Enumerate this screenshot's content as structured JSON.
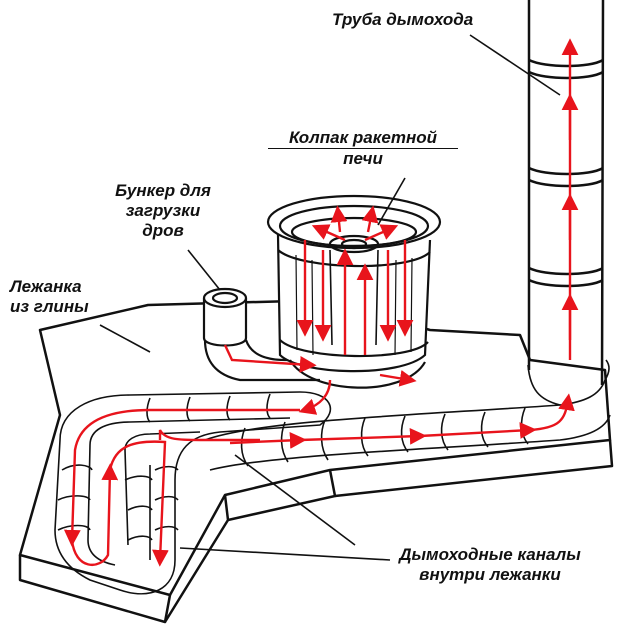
{
  "labels": {
    "chimney_pipe": "Труба дымохода",
    "cap_line1": "Колпак ракетной",
    "cap_line2": "печи",
    "hopper_line1": "Бункер для",
    "hopper_line2": "загрузки",
    "hopper_line3": "дров",
    "bench_line1": "Лежанка",
    "bench_line2": "из глины",
    "channels_line1": "Дымоходные каналы",
    "channels_line2": "внутри лежанки"
  },
  "colors": {
    "ink": "#111111",
    "flow_arrow": "#e8141c",
    "background": "#ffffff"
  }
}
